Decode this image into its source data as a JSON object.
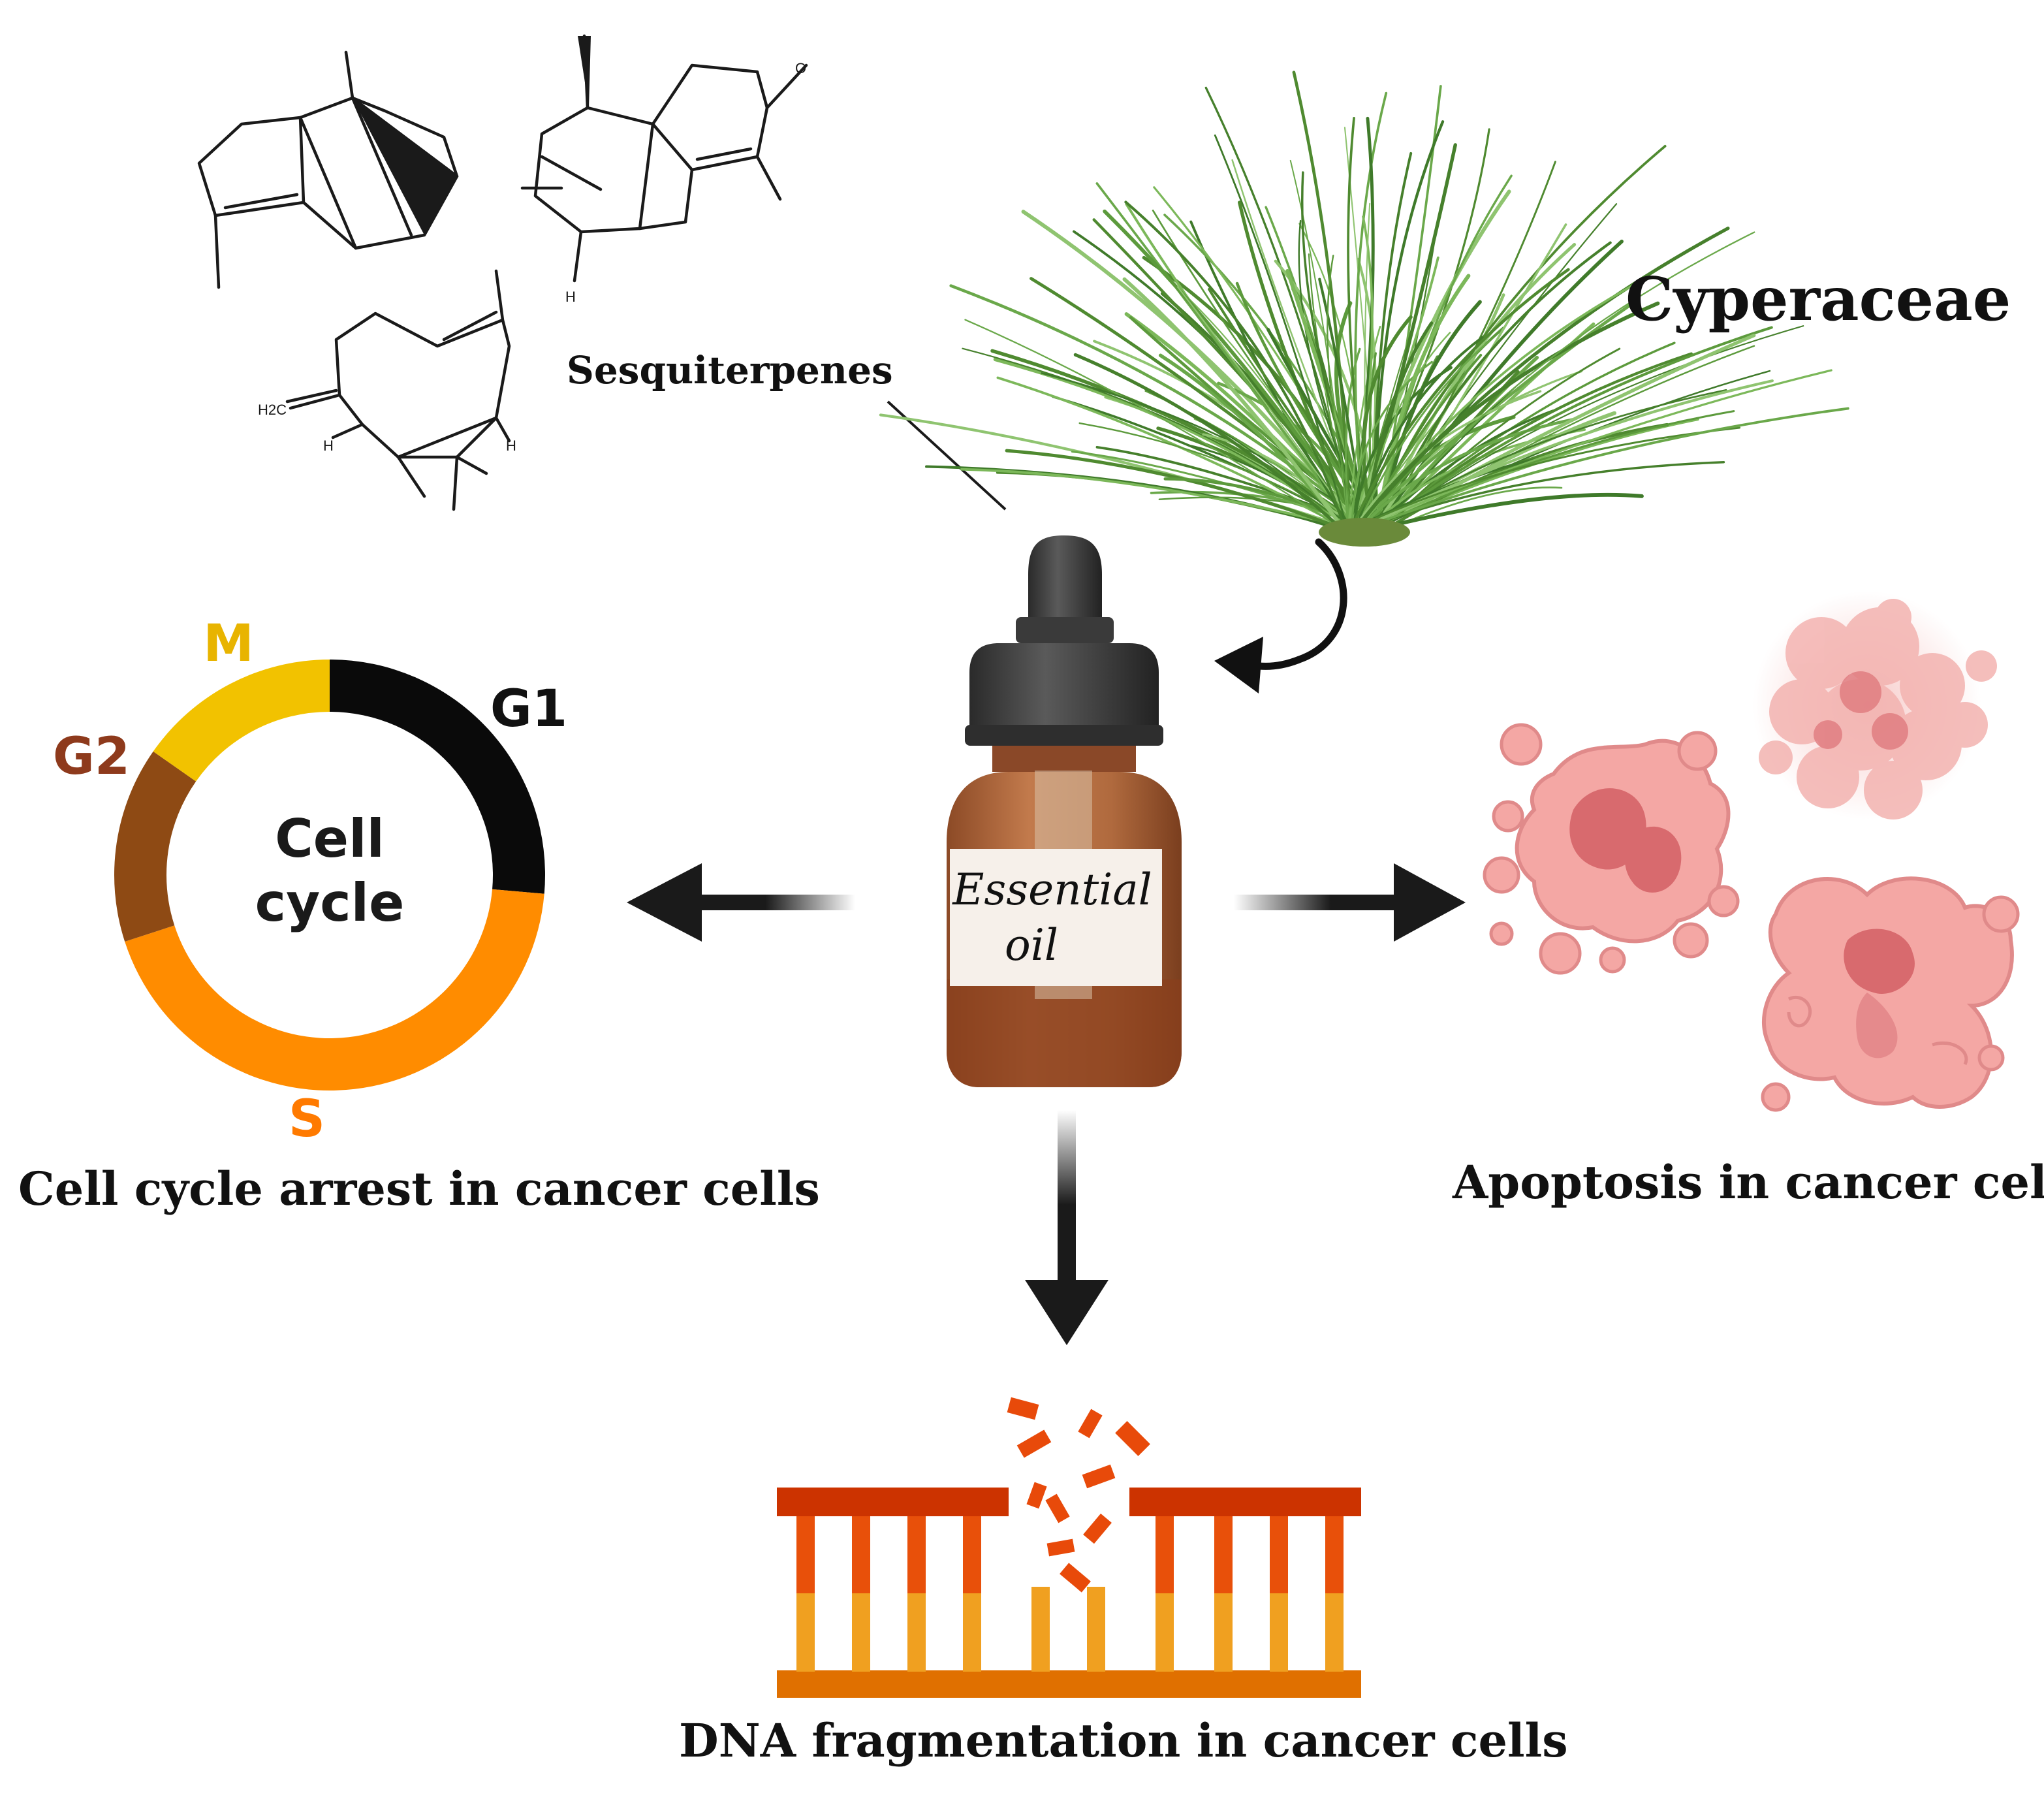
{
  "labels": {
    "sesquiterpenes": "Sesquiterpenes",
    "plant_family": "Cyperaceae",
    "oil_line1": "Essential",
    "oil_line2": "oil",
    "cell_cycle_line1": "Cell",
    "cell_cycle_line2": "cycle",
    "phase_m": "M",
    "phase_g1": "G1",
    "phase_g2": "G2",
    "phase_s": "S",
    "outcome_cell_cycle": "Cell cycle arrest in cancer cells",
    "outcome_apoptosis": "Apoptosis in cancer cells",
    "outcome_dna": "DNA fragmentation in cancer cells"
  },
  "chem_atoms": {
    "oxygen": "O",
    "hydrogen": "H",
    "methylene": "H2C"
  },
  "colors": {
    "phase_m": "#f2c200",
    "phase_g1": "#0a0a0a",
    "phase_g2": "#8e4a14",
    "phase_s": "#ff8c00",
    "phase_g2_text": "#8e3a1c",
    "phase_m_text": "#e8b400",
    "phase_s_text": "#ff7a00",
    "bottle_glass": "#b5683c",
    "dna_top": "#cc3300",
    "dna_bottom": "#e07000",
    "rung_upper": "#e8500a",
    "rung_lower": "#f0a020",
    "cell_fill": "#f4a7a4",
    "nucleus_fill": "#d86a6e",
    "grass_green": "#5c9a3c"
  },
  "icons": [
    "essential-oil-bottle-icon",
    "grass-plant-icon",
    "cancer-cell-icon",
    "dna-ladder-icon",
    "cell-cycle-ring-icon",
    "arrow-icon"
  ]
}
